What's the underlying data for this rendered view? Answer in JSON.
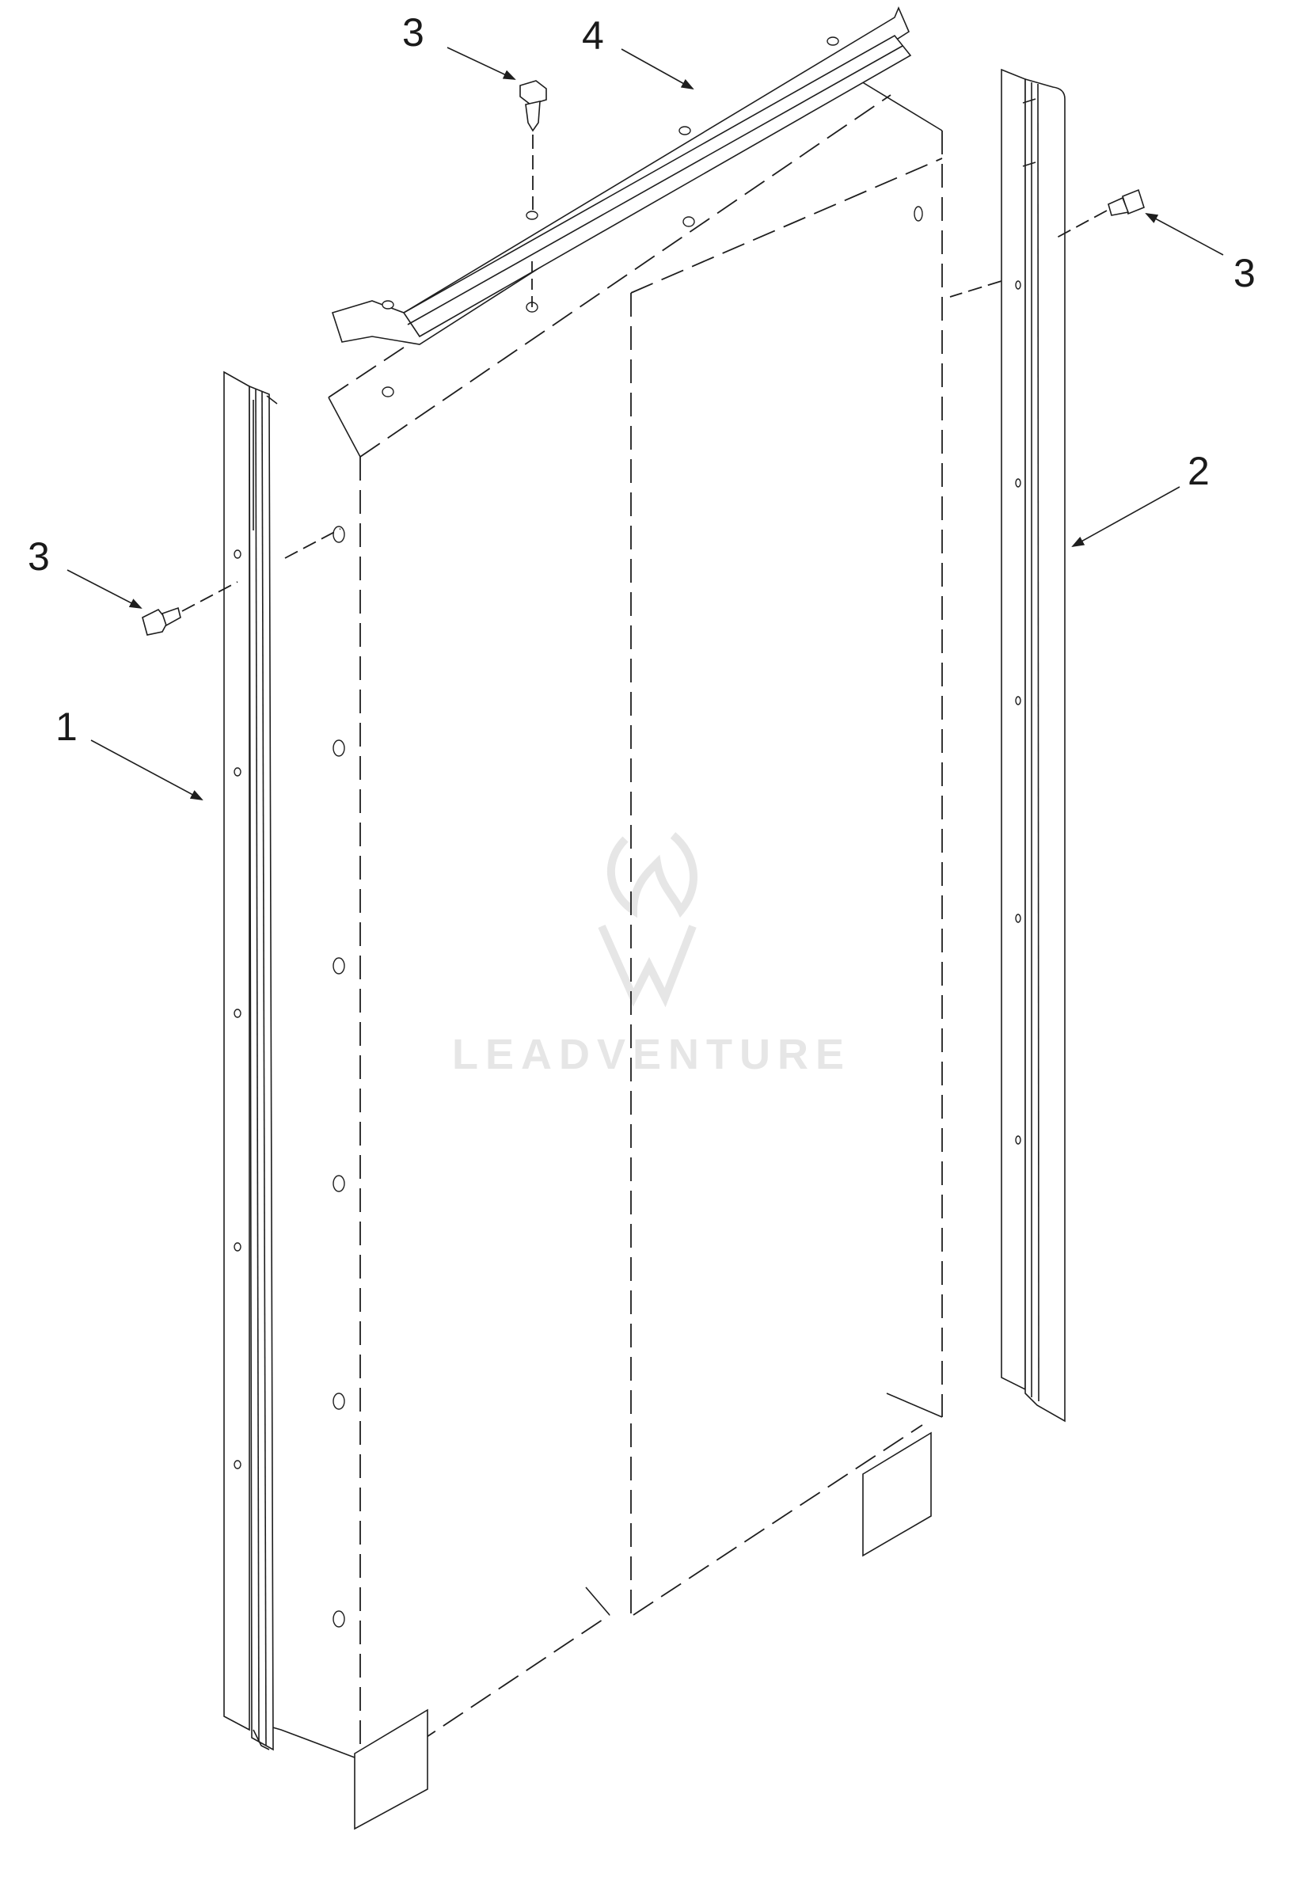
{
  "diagram": {
    "callouts": [
      {
        "id": "c1",
        "label": "1"
      },
      {
        "id": "c2",
        "label": "2"
      },
      {
        "id": "c3a",
        "label": "3"
      },
      {
        "id": "c3b",
        "label": "3"
      },
      {
        "id": "c3c",
        "label": "3"
      },
      {
        "id": "c4",
        "label": "4"
      }
    ],
    "watermark": "LEADVENTURE"
  }
}
